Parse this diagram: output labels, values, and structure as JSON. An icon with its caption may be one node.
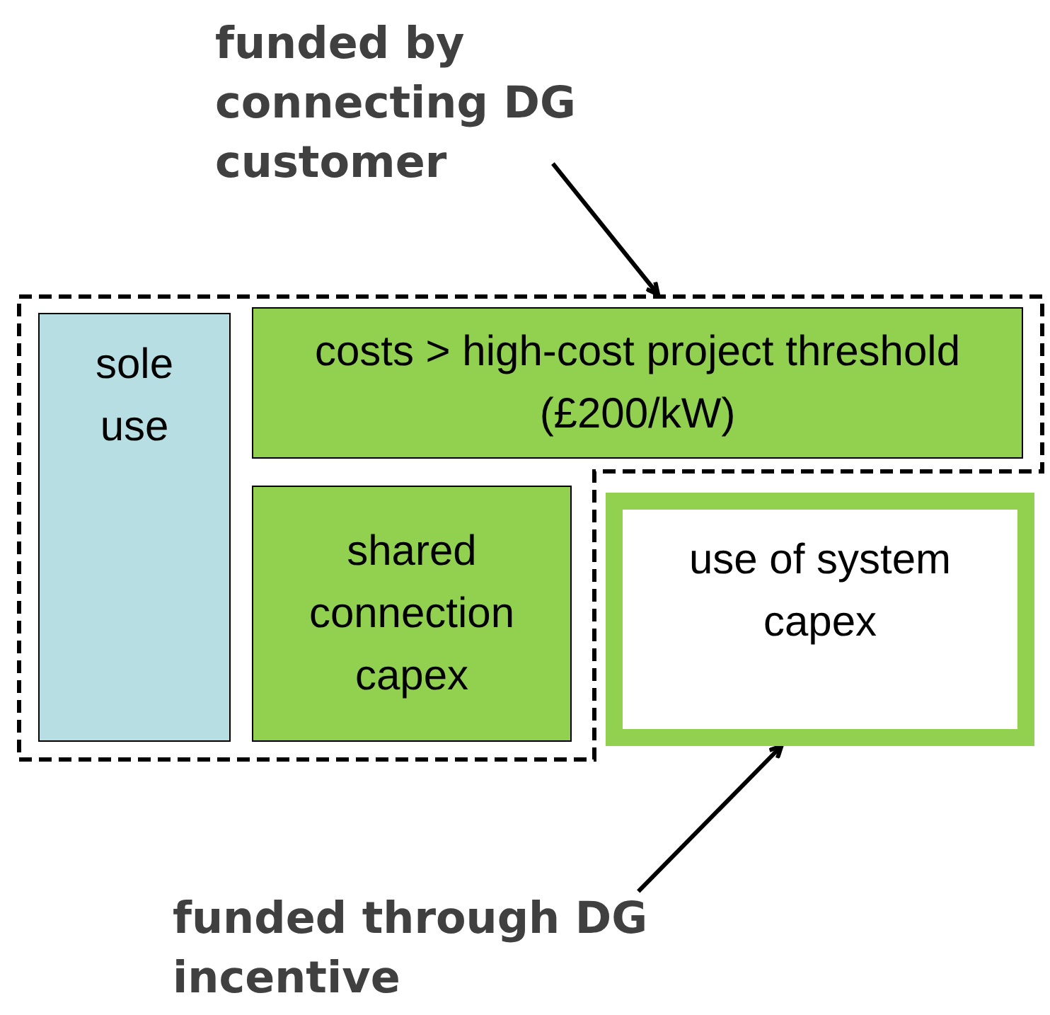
{
  "diagram": {
    "nodes": [
      {
        "text": [
          "funded by connecting DG customer"
        ]
      },
      {
        "text": [],
        "shape": "box"
      },
      {
        "text": [
          "sole use"
        ],
        "in": 1
      },
      {
        "text": [
          "costs > high-cost project threshold (£200/kW)"
        ],
        "in": 1
      },
      {
        "text": [
          "shared connection capex"
        ],
        "in": 1
      },
      {
        "text": [
          "use of system capex"
        ]
      },
      {
        "text": [
          "funded through DG incentive"
        ]
      }
    ],
    "edges": [
      {
        "from": 0,
        "to": 1,
        "arrow": "to"
      },
      {
        "from": 6,
        "to": 5,
        "arrow": "to"
      }
    ]
  }
}
